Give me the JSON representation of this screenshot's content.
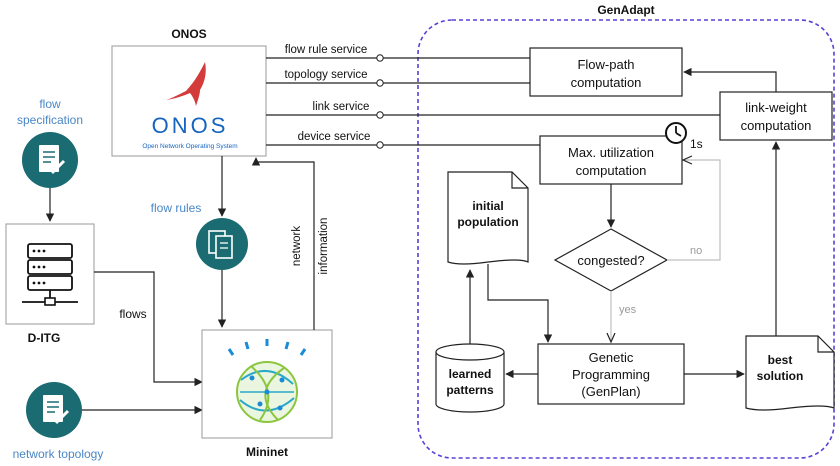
{
  "onos": {
    "title": "ONOS",
    "logo_text": "ONOS",
    "logo_sub": "Open Network Operating System",
    "services": [
      "flow rule service",
      "topology service",
      "link service",
      "device service"
    ]
  },
  "genadapt": {
    "title": "GenAdapt",
    "flow_path": [
      "Flow-path",
      "computation"
    ],
    "link_weight": [
      "link-weight",
      "computation"
    ],
    "max_util": [
      "Max. utilization",
      "computation"
    ],
    "timer_label": "1s",
    "initial_population": [
      "initial",
      "population"
    ],
    "congested": "congested?",
    "no_label": "no",
    "yes_label": "yes",
    "genetic": [
      "Genetic",
      "Programming",
      "(GenPlan)"
    ],
    "learned": [
      "learned",
      "patterns"
    ],
    "best": [
      "best",
      "solution"
    ]
  },
  "left": {
    "flow_specification": [
      "flow",
      "specification"
    ],
    "ditg": "D-ITG",
    "flows_label": "flows",
    "network_topology": "network topology",
    "flow_rules": "flow rules",
    "network_information": [
      "network",
      "information"
    ],
    "mininet": "Mininet"
  },
  "colors": {
    "teal": "#1a6b72",
    "blue_label": "#4a86c6",
    "dashed_border": "#5b3fd6",
    "onos_blue": "#1565c0",
    "bird": "#d43c3c"
  }
}
